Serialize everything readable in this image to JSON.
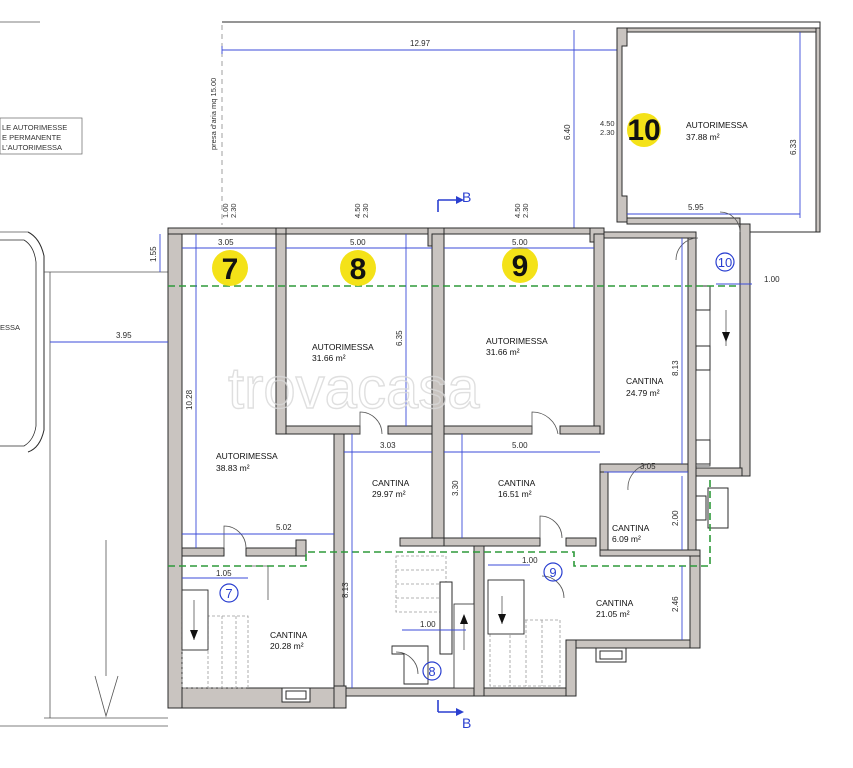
{
  "title": "",
  "units": {
    "7": {
      "label": "7",
      "sub": "7"
    },
    "8": {
      "label": "8",
      "sub": "8"
    },
    "9": {
      "label": "9",
      "sub": "9"
    },
    "10": {
      "label": "10",
      "sub": "10"
    }
  },
  "rooms": {
    "autorimessa_10": {
      "name": "AUTORIMESSA",
      "area": "37.88 m²"
    },
    "autorimessa_7": {
      "name": "AUTORIMESSA",
      "area": "38.83 m²"
    },
    "autorimessa_8": {
      "name": "AUTORIMESSA",
      "area": "31.66 m²"
    },
    "autorimessa_9": {
      "name": "AUTORIMESSA",
      "area": "31.66 m²"
    },
    "cantina_10": {
      "name": "CANTINA",
      "area": "24.79 m²"
    },
    "cantina_8": {
      "name": "CANTINA",
      "area": "29.97 m²"
    },
    "cantina_9": {
      "name": "CANTINA",
      "area": "16.51 m²"
    },
    "cantina_small": {
      "name": "CANTINA",
      "area": "6.09 m²"
    },
    "cantina_7": {
      "name": "CANTINA",
      "area": "20.28 m²"
    },
    "cantina_9b": {
      "name": "CANTINA",
      "area": "21.05 m²"
    }
  },
  "dims": {
    "top_width": "12.97",
    "top_height": "6.40",
    "r10_height": "6.33",
    "r10_width": "5.95",
    "r10_door_w": "4.50",
    "r10_door_h": "2.30",
    "d7_w": "1.00",
    "d7_h": "2.30",
    "d8_w": "4.50",
    "d8_h": "2.30",
    "d9_w": "4.50",
    "d9_h": "2.30",
    "w7": "3.05",
    "w8": "5.00",
    "w9": "5.00",
    "left_gap": "1.55",
    "left_width": "3.95",
    "h7": "10.28",
    "h8": "6.35",
    "h10": "8.13",
    "w_stair10": "1.00",
    "w_c8": "3.03",
    "w_c9": "5.00",
    "h_c9": "3.30",
    "w_c10": "3.05",
    "w_bottom7": "5.02",
    "h_small": "2.00",
    "stair7": "1.05",
    "h_c8": "8.13",
    "stair8": "1.00",
    "stair9": "1.00",
    "h_c9b": "2.46"
  },
  "notes": {
    "presa": "presa d'aria mq 15.00",
    "left_note_1": "LE AUTORIMESSE",
    "left_note_2": "E PERMANENTE",
    "left_note_3": "L'AUTORIMESSA",
    "left_room_fragment": "ESSA"
  },
  "section": {
    "top": "B",
    "bottom": "B"
  },
  "watermark": "trovacasa",
  "colors": {
    "label_yellow": "#f4e218",
    "dim_blue": "#3b4bd8",
    "green_dash": "#2e9a3a"
  }
}
